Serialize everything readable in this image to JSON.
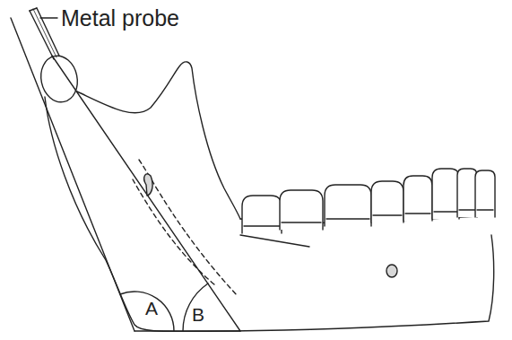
{
  "diagram": {
    "labels": [
      "Metal probe",
      "A",
      "B"
    ]
  }
}
